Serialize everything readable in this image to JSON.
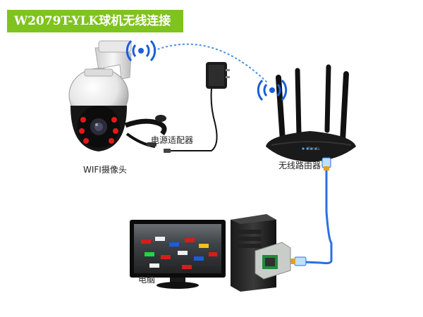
{
  "title": "W2079T-YLK球机无线连接",
  "labels": {
    "camera": "WIFI摄像头",
    "adapter": "电源适配器",
    "router": "无线路由器",
    "computer": "电脑"
  },
  "router_brand": "Tenda",
  "colors": {
    "banner": "#7fc31f",
    "wifi_signal": "#1a5fd6",
    "wireless_link": "#4a8fe6",
    "ethernet_cable": "#2a6fe0"
  },
  "icons": [
    "wifi-signal-icon",
    "camera-icon",
    "power-adapter-icon",
    "router-icon",
    "monitor-icon",
    "pc-tower-icon",
    "network-adapter-icon",
    "ethernet-connector-icon"
  ]
}
